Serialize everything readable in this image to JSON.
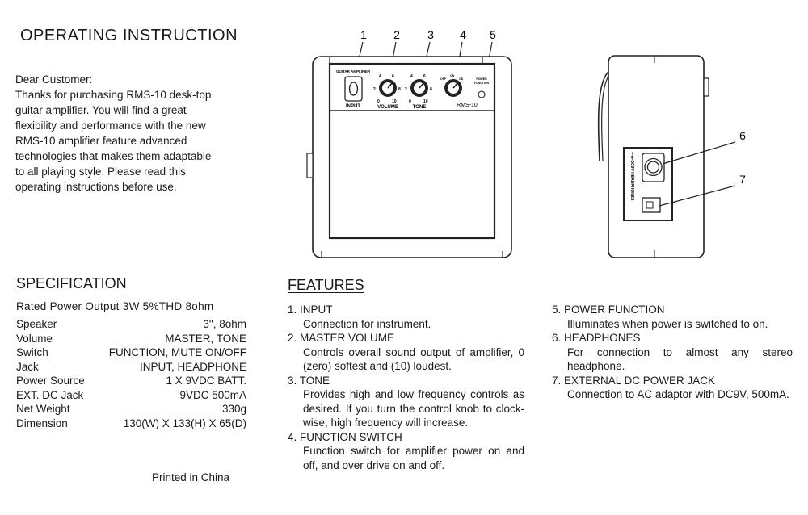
{
  "title": "OPERATING  INSTRUCTION",
  "intro": {
    "lines": [
      "Dear  Customer:",
      "Thanks  for  purchasing  RMS-10  desk-top",
      "guitar  amplifier.  You  will  find  a  great",
      "flexibility and performance with the new",
      "RMS-10 amplifier feature   advanced",
      "technologies  that  makes  them  adaptable",
      "to  all  playing  style.  Please   read   this",
      "operating  instructions  before  use."
    ]
  },
  "diagram": {
    "callouts": [
      "1",
      "2",
      "3",
      "4",
      "5",
      "6",
      "7"
    ],
    "panel": {
      "brand": "GUITAR AMPLIFIER",
      "input": "INPUT",
      "volume": "VOLUME",
      "tone": "TONE",
      "model": "RMS-10",
      "power_function": "POWER",
      "power_function2": "FUNCTION",
      "scale_min": "0",
      "scale_max": "10",
      "scale_2": "2",
      "scale_4": "4",
      "scale_6": "6",
      "scale_8": "8",
      "func_left": "OFF",
      "func_mid": "ON",
      "func_right": "OD"
    },
    "side_panel_label": "+-⊖-DC9V  HEADPHONES"
  },
  "specification": {
    "title": "SPECIFICATION",
    "rated": "Rated Power Output 3W 5%THD 8ohm",
    "rows": [
      {
        "label": "Speaker",
        "value": "3\", 8ohm"
      },
      {
        "label": "Volume",
        "value": "MASTER,  TONE"
      },
      {
        "label": "Switch",
        "value": "FUNCTION,  MUTE ON/OFF"
      },
      {
        "label": "Jack",
        "value": "INPUT,  HEADPHONE"
      },
      {
        "label": "Power Source",
        "value": "1  X  9VDC  BATT."
      },
      {
        "label": "EXT.  DC  Jack",
        "value": "9VDC  500mA"
      },
      {
        "label": "Net  Weight",
        "value": "330g"
      },
      {
        "label": "Dimension",
        "value": "130(W)  X  133(H)  X  65(D)"
      }
    ],
    "printed": "Printed   in   China"
  },
  "features": {
    "title": "FEATURES",
    "col1": [
      {
        "head": "1.  INPUT",
        "desc": "Connection  for  instrument."
      },
      {
        "head": "2.  MASTER  VOLUME",
        "desc": "Controls  overall  sound  output  of amplifier,  0 (zero)  softest  and  (10) loudest."
      },
      {
        "head": "3.  TONE",
        "desc": "Provides  high  and  low  frequency controls  as  desired.  If  you  turn  the control  knob  to  clock-wise,  high frequency  will  increase."
      },
      {
        "head": "4.  FUNCTION  SWITCH",
        "desc": "Function  switch  for  amplifier  power  on and  off,  and  over  drive  on  and  off."
      }
    ],
    "col2": [
      {
        "head": "5.  POWER  FUNCTION",
        "desc": "Illuminates  when  power  is  switched  to on."
      },
      {
        "head": "6.  HEADPHONES",
        "desc": "For  connection  to  almost  any  stereo headphone."
      },
      {
        "head": "7.  EXTERNAL  DC  POWER  JACK",
        "desc": "Connection  to  AC  adaptor  with  DC9V, 500mA."
      }
    ]
  }
}
